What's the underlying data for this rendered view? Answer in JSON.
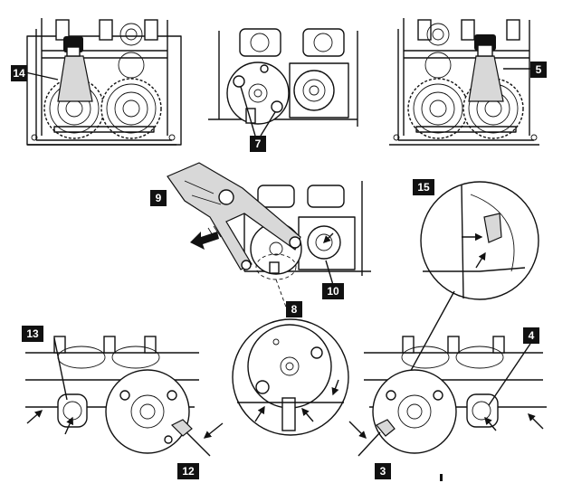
{
  "callouts": {
    "c14": "14",
    "c7": "7",
    "c5": "5",
    "c9": "9",
    "c15": "15",
    "c10": "10",
    "c8": "8",
    "c13": "13",
    "c4": "4",
    "c12": "12",
    "c3": "3"
  },
  "colors": {
    "line": "#111111",
    "callout_bg": "#111111",
    "callout_text": "#ffffff",
    "shade": "#d8d8d8",
    "background": "#ffffff"
  }
}
